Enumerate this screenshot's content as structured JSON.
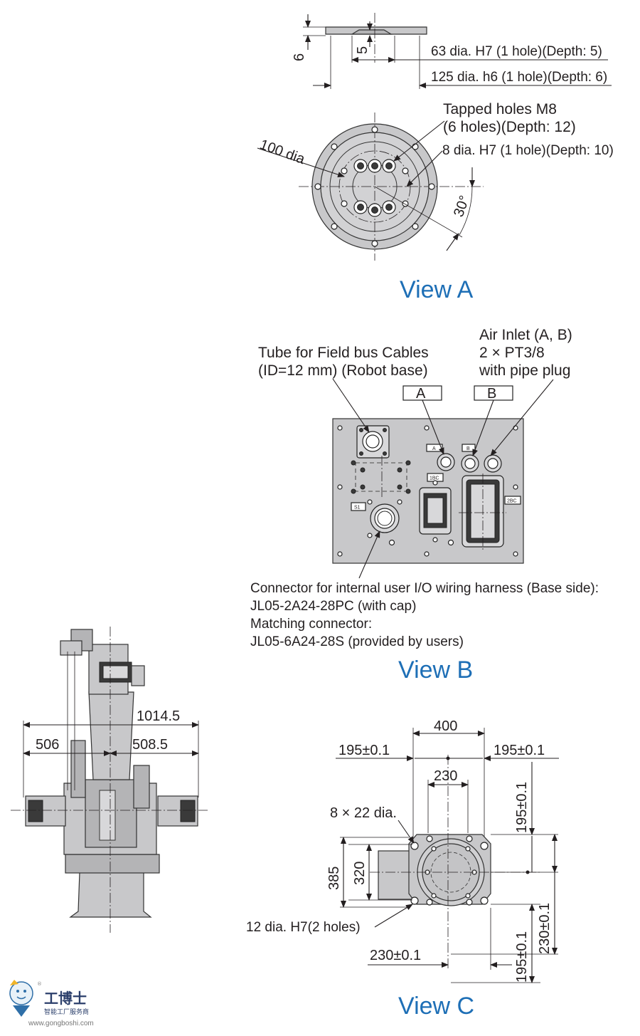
{
  "view_a": {
    "dim_height": "6",
    "dim_recess": "5",
    "dia_63": "63 dia. H7 (1 hole)(Depth: 5)",
    "dia_125": "125 dia. h6 (1 hole)(Depth: 6)",
    "tapped_line1": "Tapped holes M8",
    "tapped_line2": "(6 holes)(Depth: 12)",
    "pin_hole": "8 dia. H7 (1 hole)(Depth: 10)",
    "pcd": "100 dia",
    "angle": "30°",
    "title": "View A"
  },
  "view_b": {
    "air_line1": "Air Inlet (A, B)",
    "air_line2": "2 × PT3/8",
    "air_line3": "with pipe plug",
    "tube_line1": "Tube for Field bus Cables",
    "tube_line2": "(ID=12 mm) (Robot base)",
    "box_a": "A",
    "box_b": "B",
    "tag_a": "A",
    "tag_b": "B",
    "tag_1bc": "1BC",
    "tag_2bc": "2BC",
    "tag_s1": "S1",
    "conn_line1": "Connector for internal user I/O wiring harness (Base side):",
    "conn_line2": "JL05-2A24-28PC (with cap)",
    "conn_line3": "Matching connector:",
    "conn_line4": "JL05-6A24-28S (provided by users)",
    "title": "View B"
  },
  "side_view": {
    "dim_total": "1014.5",
    "dim_left": "506",
    "dim_right": "508.5"
  },
  "view_c": {
    "dim_400": "400",
    "dim_195_left": "195±0.1",
    "dim_195_right": "195±0.1",
    "dim_230": "230",
    "holes_22": "8 × 22 dia.",
    "dim_195_v_top": "195±0.1",
    "dim_385": "385",
    "dim_320": "320",
    "holes_12": "12 dia. H7(2 holes)",
    "dim_230_bottom": "230±0.1",
    "dim_230_v": "230±0.1",
    "dim_195_v_bottom": "195±0.1",
    "title": "View C"
  },
  "watermark": {
    "brand": "工博士",
    "slogan": "智能工厂服务商",
    "url": "www.gongboshi.com",
    "reg": "®"
  }
}
